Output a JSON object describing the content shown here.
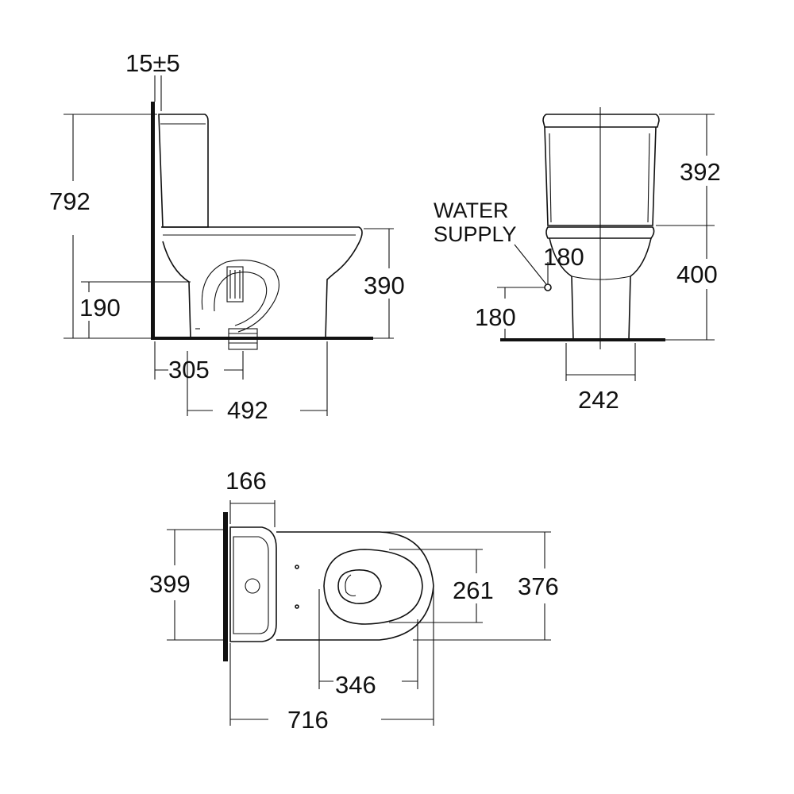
{
  "side_view": {
    "gap_to_wall": "15±5",
    "total_height": "792",
    "pipe_center_height": "190",
    "seat_height": "390",
    "outlet_distance": "305",
    "depth": "492"
  },
  "front_view": {
    "water_supply_label_line1": "WATER",
    "water_supply_label_line2": "SUPPLY",
    "supply_offset": "180",
    "supply_height": "180",
    "tank_height": "392",
    "bowl_height": "400",
    "base_width": "242"
  },
  "top_view": {
    "tank_depth": "166",
    "tank_width": "399",
    "seat_opening_width": "261",
    "bowl_width": "376",
    "seat_opening_length": "346",
    "overall_length": "716"
  }
}
